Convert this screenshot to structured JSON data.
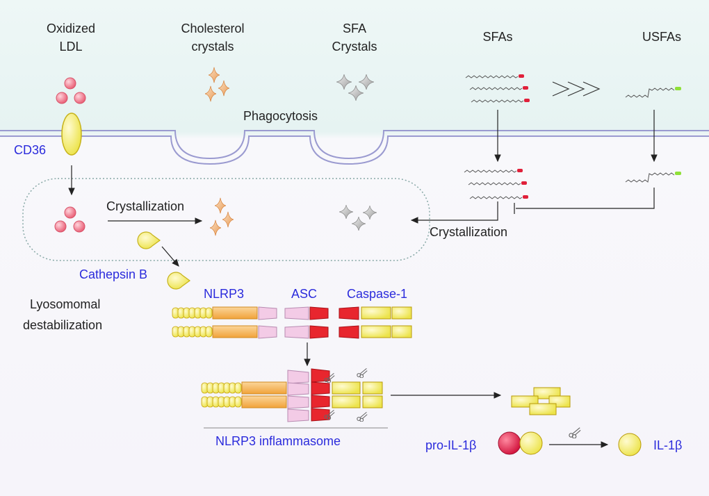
{
  "labels": {
    "oxidized_ldl": [
      "Oxidized",
      "LDL"
    ],
    "cholesterol_crystals": [
      "Cholesterol",
      "crystals"
    ],
    "sfa_crystals": [
      "SFA",
      "Crystals"
    ],
    "sfas": "SFAs",
    "usfas": "USFAs",
    "phagocytosis": "Phagocytosis",
    "cd36": "CD36",
    "crystallization_lysosome": "Crystallization",
    "crystallization_right": "Crystallization",
    "cathepsin_b": "Cathepsin B",
    "lysosomal_destabilization": [
      "Lyosomomal",
      "destabilization"
    ],
    "nlrp3": "NLRP3",
    "asc": "ASC",
    "caspase1": "Caspase-1",
    "nlrp3_inflammasome": "NLRP3 inflammasome",
    "pro_il1b": "pro-IL-1β",
    "il1b": "IL-1β"
  },
  "colors": {
    "ldl_particle": "#f07a8a",
    "receptor": "#f3ee7a",
    "crystal_cholesterol": "#f0a868",
    "crystal_sfa": "#b8b8b8",
    "nlrp3_lrr": "#f2e860",
    "nlrp3_nacht": "#f4a53a",
    "asc_pyd": "#f3cbe6",
    "asc_card": "#e8262e",
    "caspase": "#f4ec6a",
    "membrane": "#9a9ad0",
    "lysosome_border": "#87a8a6",
    "blue_text": "#2b2bdc",
    "sfa_head": "#e0203a",
    "usfa_head": "#8fe038"
  },
  "icons": {
    "arrow_triple": "triple-chevron-icon",
    "scissors": "scissors-icon"
  }
}
